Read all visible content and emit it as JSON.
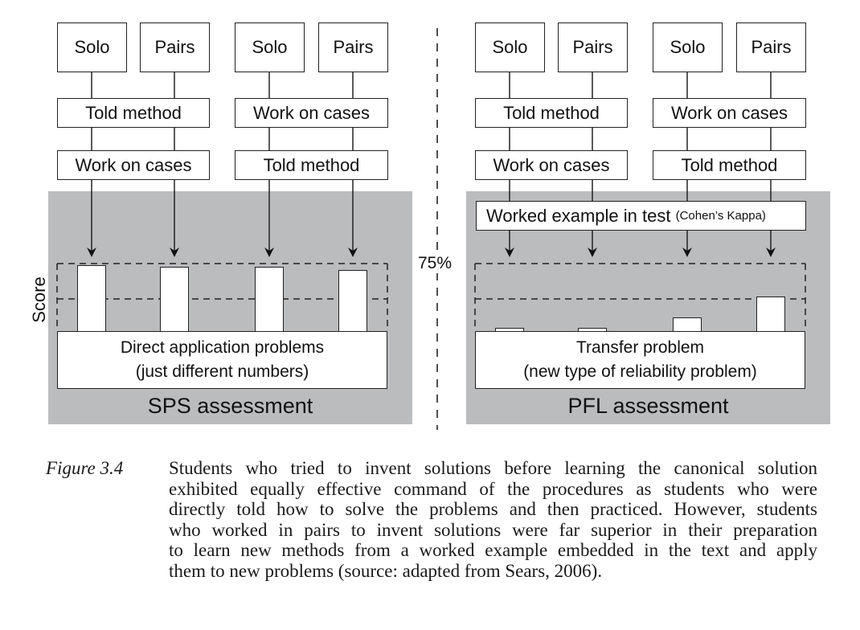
{
  "figure": {
    "left_panel": {
      "label": "SPS assessment",
      "groups": [
        {
          "conditions": [
            "Solo",
            "Pairs"
          ],
          "step1": "Told method",
          "step2": "Work on cases"
        },
        {
          "conditions": [
            "Solo",
            "Pairs"
          ],
          "step1": "Work on cases",
          "step2": "Told method"
        }
      ],
      "problem_box": [
        "Direct application problems",
        "(just different numbers)"
      ]
    },
    "right_panel": {
      "label": "PFL assessment",
      "groups": [
        {
          "conditions": [
            "Solo",
            "Pairs"
          ],
          "step1": "Told method",
          "step2": "Work on cases"
        },
        {
          "conditions": [
            "Solo",
            "Pairs"
          ],
          "step1": "Work on cases",
          "step2": "Told method"
        }
      ],
      "worked_example": "Worked example in test",
      "worked_example_note": "(Cohen’s Kappa)",
      "problem_box": [
        "Transfer problem",
        "(new type of reliability problem)"
      ]
    },
    "y_axis_label": "Score",
    "reference_label": "75%"
  },
  "chart_data": {
    "type": "bar",
    "ylabel": "Score",
    "reference_line": {
      "label": "75%",
      "value": 75
    },
    "ylim": [
      0,
      75
    ],
    "series": [
      {
        "name": "SPS assessment",
        "categories": [
          "Told-first Solo",
          "Told-first Pairs",
          "Cases-first Solo",
          "Cases-first Pairs"
        ],
        "values": [
          73,
          71,
          71,
          68
        ]
      },
      {
        "name": "PFL assessment",
        "categories": [
          "Told-first Solo",
          "Told-first Pairs",
          "Cases-first Solo",
          "Cases-first Pairs"
        ],
        "values": [
          4,
          4,
          15,
          38
        ]
      }
    ]
  },
  "caption": {
    "label": "Figure 3.4",
    "lines": [
      "Students who tried to invent solutions before learning the canonical solution",
      "exhibited equally effective command of the procedures as students who were",
      "directly told how to solve the problems and then practiced. However, students",
      "who worked in pairs to invent solutions were far superior in their preparation",
      "to learn new methods from a worked example embedded in the text and apply",
      "them to new problems (source: adapted from Sears, 2006)."
    ]
  }
}
